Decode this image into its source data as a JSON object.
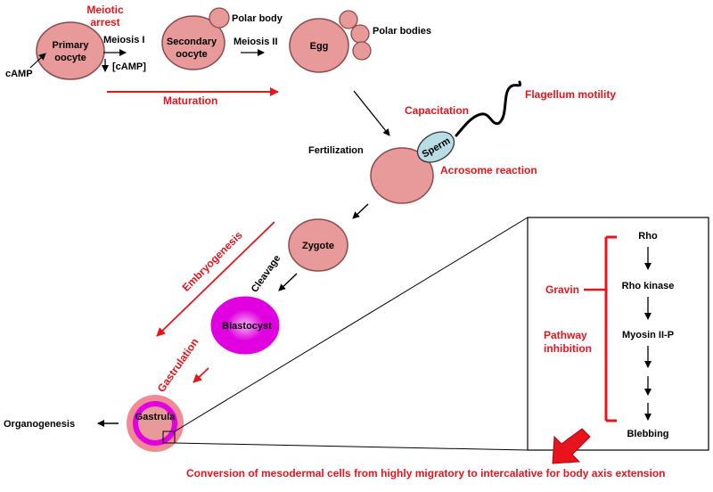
{
  "colors": {
    "cell_fill": "#e8999a",
    "cell_stroke": "#8a4b4b",
    "magenta": "#e000e0",
    "magenta_light": "#f7b3f7",
    "sperm_fill": "#b9dde4",
    "accent_red": "#e8141c",
    "pink_ring": "#f08a94"
  },
  "labels": {
    "meiotic_arrest": "Meiotic arrest",
    "primary_oocyte": "Primary oocyte",
    "camp": "cAMP",
    "meiosis1": "Meiosis I",
    "camp_down": "[cAMP]",
    "secondary_oocyte": "Secondary oocyte",
    "polar_body": "Polar body",
    "meiosis2": "Meiosis II",
    "egg": "Egg",
    "polar_bodies": "Polar bodies",
    "maturation": "Maturation",
    "flagellum": "Flagellum motility",
    "capacitation": "Capacitation",
    "sperm": "Sperm",
    "fertilization": "Fertilization",
    "acrosome": "Acrosome reaction",
    "zygote": "Zygote",
    "embryogenesis": "Embryogenesis",
    "cleavage": "Cleavage",
    "blastocyst": "Blastocyst",
    "gastrulation": "Gastrulation",
    "gastrula": "Gastrula",
    "organogenesis": "Organogenesis",
    "rho": "Rho",
    "rho_kinase": "Rho kinase",
    "myosin": "Myosin II-P",
    "blebbing": "Blebbing",
    "gravin": "Gravin",
    "pathway": "Pathway",
    "inhibition": "inhibition",
    "conversion": "Conversion of mesodermal cells from highly migratory to intercalative for body axis extension"
  }
}
